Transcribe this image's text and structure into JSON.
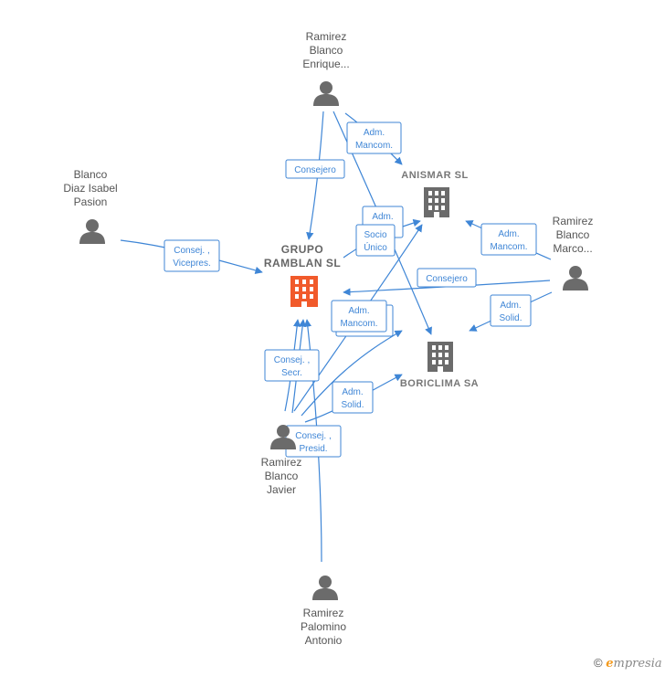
{
  "nodes": {
    "ramirez_blanco_enrique": {
      "lines": [
        "Ramirez",
        "Blanco",
        "Enrique..."
      ],
      "type": "person"
    },
    "blanco_diaz_isabel": {
      "lines": [
        "Blanco",
        "Diaz Isabel",
        "Pasion"
      ],
      "type": "person"
    },
    "ramirez_blanco_marco": {
      "lines": [
        "Ramirez",
        "Blanco",
        "Marco..."
      ],
      "type": "person"
    },
    "ramirez_blanco_javier": {
      "lines": [
        "Ramirez",
        "Blanco",
        "Javier"
      ],
      "type": "person"
    },
    "ramirez_palomino_antonio": {
      "lines": [
        "Ramirez",
        "Palomino",
        "Antonio"
      ],
      "type": "person"
    },
    "anismar": {
      "lines": [
        "ANISMAR SL"
      ],
      "type": "company"
    },
    "grupo_ramblan": {
      "lines": [
        "GRUPO",
        "RAMBLAN  SL"
      ],
      "type": "company-main"
    },
    "boriclima": {
      "lines": [
        "BORICLIMA SA"
      ],
      "type": "company"
    }
  },
  "edges": {
    "e1": [
      "Adm.",
      "Mancom."
    ],
    "e2": [
      "Consejero"
    ],
    "e3": [
      "Adm."
    ],
    "e4": [
      "Socio",
      "Único"
    ],
    "e5": [
      "Consej. ,",
      "Vicepres."
    ],
    "e6": [
      "Adm.",
      "Mancom."
    ],
    "e7": [
      "Consejero"
    ],
    "e8": [
      "Adm.",
      "Solid."
    ],
    "e9": [
      "Adm.",
      "Mancom."
    ],
    "e10": [
      "Consej. ,",
      "Secr."
    ],
    "e11": [
      "Adm.",
      "Solid."
    ],
    "e12": [
      "Consej. ,",
      "Presid."
    ]
  },
  "brand": {
    "copyright": "©",
    "e": "e",
    "rest": "mpresia"
  },
  "colors": {
    "edge": "#3f86d6",
    "main_company": "#f15a2b",
    "node": "#6b6b6b"
  }
}
